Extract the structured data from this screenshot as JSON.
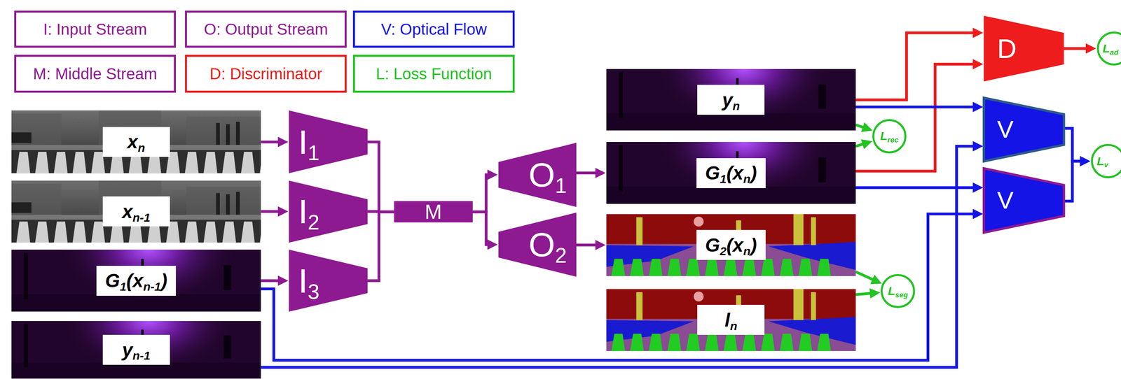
{
  "diagram": {
    "nodes": [
      {
        "text": [
          "xn"
        ]
      },
      {
        "text": [
          "xn-1"
        ]
      },
      {
        "text": [
          "G1(xn-1)"
        ]
      },
      {
        "text": [
          "yn-1"
        ]
      },
      {
        "text": [
          "I1"
        ]
      },
      {
        "text": [
          "I2"
        ]
      },
      {
        "text": [
          "I3"
        ]
      },
      {
        "text": [
          "M"
        ]
      },
      {
        "text": [
          "O1"
        ]
      },
      {
        "text": [
          "O2"
        ]
      },
      {
        "text": [
          "yn"
        ]
      },
      {
        "text": [
          "G1(xn)"
        ]
      },
      {
        "text": [
          "G2(xn)"
        ]
      },
      {
        "text": [
          "ln"
        ]
      },
      {
        "text": [
          "D"
        ]
      },
      {
        "text": [
          "V"
        ]
      },
      {
        "text": [
          "V"
        ]
      },
      {
        "text": [
          "Lrec"
        ]
      },
      {
        "text": [
          "Lseg"
        ]
      },
      {
        "text": [
          "Lad"
        ]
      },
      {
        "text": [
          "Lv"
        ]
      }
    ],
    "edges": [
      {
        "from": 0,
        "to": 4,
        "arrow": "to"
      },
      {
        "from": 1,
        "to": 5,
        "arrow": "to"
      },
      {
        "from": 2,
        "to": 6,
        "arrow": "to"
      },
      {
        "from": 4,
        "to": 7,
        "arrow": "none"
      },
      {
        "from": 5,
        "to": 7,
        "arrow": "none"
      },
      {
        "from": 6,
        "to": 7,
        "arrow": "none"
      },
      {
        "from": 7,
        "to": 8,
        "arrow": "to"
      },
      {
        "from": 7,
        "to": 9,
        "arrow": "to"
      },
      {
        "from": 8,
        "to": 11,
        "arrow": "to"
      },
      {
        "from": 9,
        "to": 12,
        "arrow": "to"
      },
      {
        "from": 10,
        "to": 14,
        "arrow": "to"
      },
      {
        "from": 11,
        "to": 14,
        "arrow": "to"
      },
      {
        "from": 10,
        "to": 17,
        "arrow": "to"
      },
      {
        "from": 11,
        "to": 17,
        "arrow": "to"
      },
      {
        "from": 12,
        "to": 18,
        "arrow": "to"
      },
      {
        "from": 13,
        "to": 18,
        "arrow": "to"
      },
      {
        "from": 14,
        "to": 19,
        "arrow": "to"
      },
      {
        "from": 10,
        "to": 15,
        "arrow": "to"
      },
      {
        "from": 3,
        "to": 15,
        "arrow": "to"
      },
      {
        "from": 11,
        "to": 16,
        "arrow": "to"
      },
      {
        "from": 2,
        "to": 16,
        "arrow": "to"
      },
      {
        "from": 15,
        "to": 20,
        "arrow": "to"
      },
      {
        "from": 16,
        "to": 20,
        "arrow": "to"
      }
    ],
    "legend": [
      {
        "text": "I: Input Stream",
        "color": "#8e1a91"
      },
      {
        "text": "O: Output Stream",
        "color": "#8e1a91"
      },
      {
        "text": "V: Optical Flow",
        "color": "#1414e6"
      },
      {
        "text": "M: Middle Stream",
        "color": "#8e1a91"
      },
      {
        "text": "D: Discriminator",
        "color": "#ee1c1c"
      },
      {
        "text": "L: Loss Function",
        "color": "#22c322"
      }
    ]
  }
}
